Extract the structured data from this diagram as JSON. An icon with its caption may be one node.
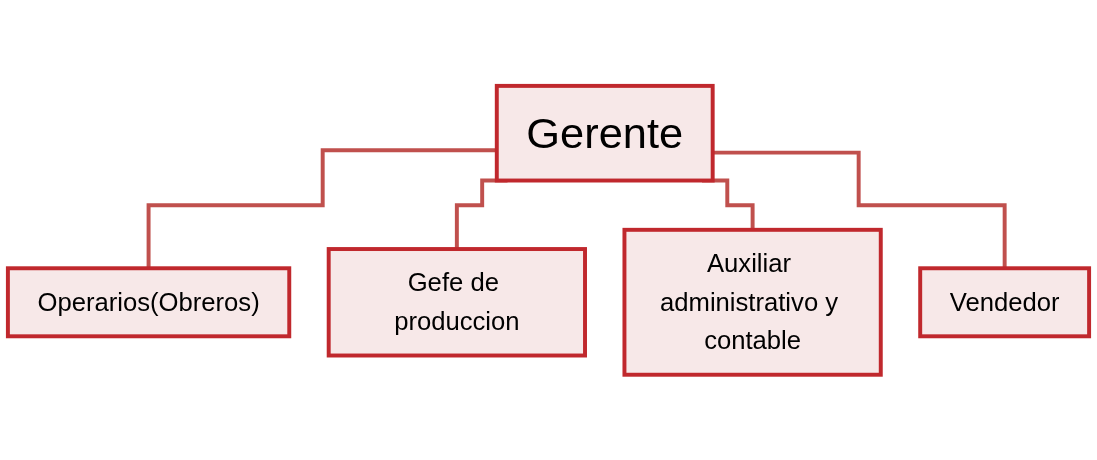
{
  "diagram": {
    "nodes": [
      {
        "text": [
          "Gerente"
        ]
      },
      {
        "text": [
          "Operarios(Obreros)"
        ]
      },
      {
        "text": [
          "Gefe de produccion"
        ]
      },
      {
        "text": [
          "Auxiliar administrativo y contable"
        ]
      },
      {
        "text": [
          "Vendedor"
        ]
      }
    ],
    "edges": [
      {
        "from": 0,
        "to": 1,
        "arrow": "none"
      },
      {
        "from": 0,
        "to": 2,
        "arrow": "none"
      },
      {
        "from": 0,
        "to": 3,
        "arrow": "none"
      },
      {
        "from": 0,
        "to": 4,
        "arrow": "none"
      }
    ]
  }
}
